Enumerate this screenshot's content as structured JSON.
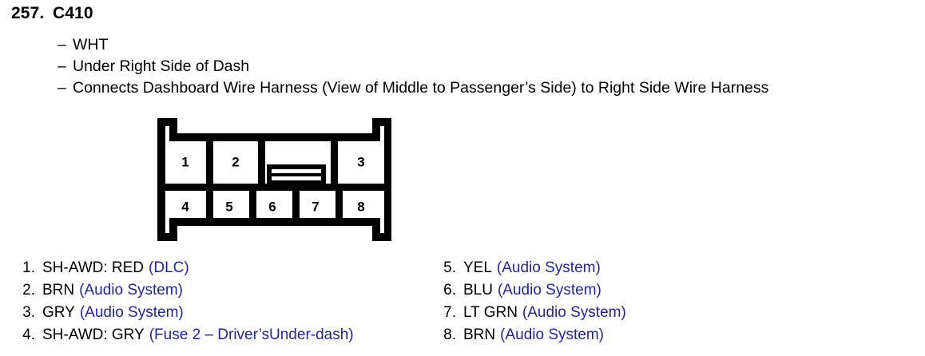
{
  "header": {
    "item_number": "257.",
    "connector_id": "C410",
    "details": [
      {
        "dash": "–",
        "text": "WHT"
      },
      {
        "dash": "–",
        "text": "Under Right Side of Dash"
      },
      {
        "dash": "–",
        "text": "Connects Dashboard Wire Harness (View of Middle to Passenger’s Side) to Right Side Wire Harness"
      }
    ]
  },
  "connector": {
    "view_label": "View of Middle to Passenger’s Side",
    "top_row": [
      "1",
      "2",
      "3"
    ],
    "bottom_row": [
      "4",
      "5",
      "6",
      "7",
      "8"
    ],
    "latch_name": "center-latch-tab"
  },
  "legend": {
    "left": [
      {
        "num": "1.",
        "wire": "SH-AWD: RED",
        "circuit": "(DLC)"
      },
      {
        "num": "2.",
        "wire": "BRN",
        "circuit": "(Audio System)"
      },
      {
        "num": "3.",
        "wire": "GRY",
        "circuit": "(Audio System)"
      },
      {
        "num": "4.",
        "wire": "SH-AWD: GRY",
        "circuit": "(Fuse 2 – Driver’sUnder-dash)"
      }
    ],
    "right": [
      {
        "num": "5.",
        "wire": "YEL",
        "circuit": "(Audio System)"
      },
      {
        "num": "6.",
        "wire": "BLU",
        "circuit": "(Audio System)"
      },
      {
        "num": "7.",
        "wire": "LT GRN",
        "circuit": "(Audio System)"
      },
      {
        "num": "8.",
        "wire": "BRN",
        "circuit": "(Audio System)"
      }
    ]
  },
  "colors": {
    "text": "#000000",
    "circuit_blue": "#2222aa",
    "outline": "#000000",
    "background": "#ffffff"
  }
}
